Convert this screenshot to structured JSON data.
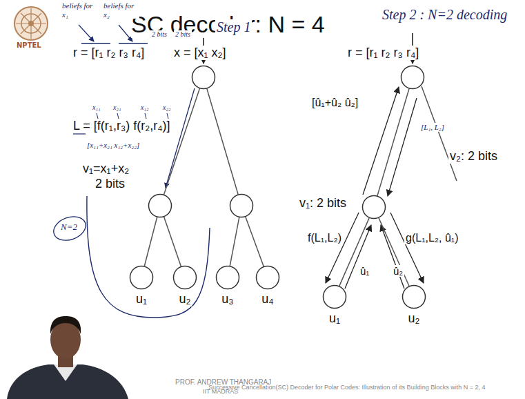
{
  "diagram": {
    "title": "SC decoder: N = 4",
    "nodes": [
      {
        "text": []
      },
      {
        "text": []
      },
      {
        "text": []
      },
      {
        "text": [
          "u₁"
        ]
      },
      {
        "text": [
          "u₂"
        ]
      },
      {
        "text": [
          "u₃"
        ]
      },
      {
        "text": [
          "u₄"
        ]
      },
      {
        "text": []
      },
      {
        "text": []
      },
      {
        "text": [
          "u₁"
        ]
      },
      {
        "text": [
          "u₂"
        ]
      }
    ],
    "edges": [
      {
        "from": 0,
        "to": 1,
        "arrow": "none"
      },
      {
        "from": 0,
        "to": 2,
        "arrow": "none"
      },
      {
        "from": 1,
        "to": 3,
        "arrow": "none"
      },
      {
        "from": 1,
        "to": 4,
        "arrow": "none"
      },
      {
        "from": 2,
        "to": 5,
        "arrow": "none"
      },
      {
        "from": 2,
        "to": 6,
        "arrow": "none"
      },
      {
        "from": 7,
        "to": 8,
        "arrow": "none"
      },
      {
        "from": 8,
        "to": 9,
        "arrow": "none"
      },
      {
        "from": 8,
        "to": 10,
        "arrow": "none"
      }
    ],
    "labels": [
      "NPTEL",
      "beliefs for x₁",
      "beliefs for x₂",
      "Step 1",
      "2 bits",
      "2 bits",
      "r = [r₁ r₂ r₃ r₄]",
      "x = [x₁ x₂]",
      "x₁₁",
      "x₂₁",
      "x₁₂",
      "x₂₂",
      "L = [f(r₁,r₃) f(r₂,r₄)]",
      "[x₁₁+x₂₁  x₁₂+x₂₂]",
      "v₁=x₁+x₂",
      "2 bits",
      "N=2",
      "Step 2 : N=2 decoding",
      "r = [r₁ r₂ r₃ r₄]",
      "[û₁+û₂ û₂]",
      "v₂: 2 bits",
      "[L₁, L₂]",
      "v₁: 2 bits",
      "f(L₁,L₂)",
      "g(L₁,L₂, û₁)",
      "û₁",
      "û₂",
      "PROF. ANDREW THANGARAJ",
      "IIT MADRAS",
      "Successive Cancellation(SC) Decoder for Polar Codes: Illustration of its Building Blocks with N = 2, 4"
    ]
  }
}
